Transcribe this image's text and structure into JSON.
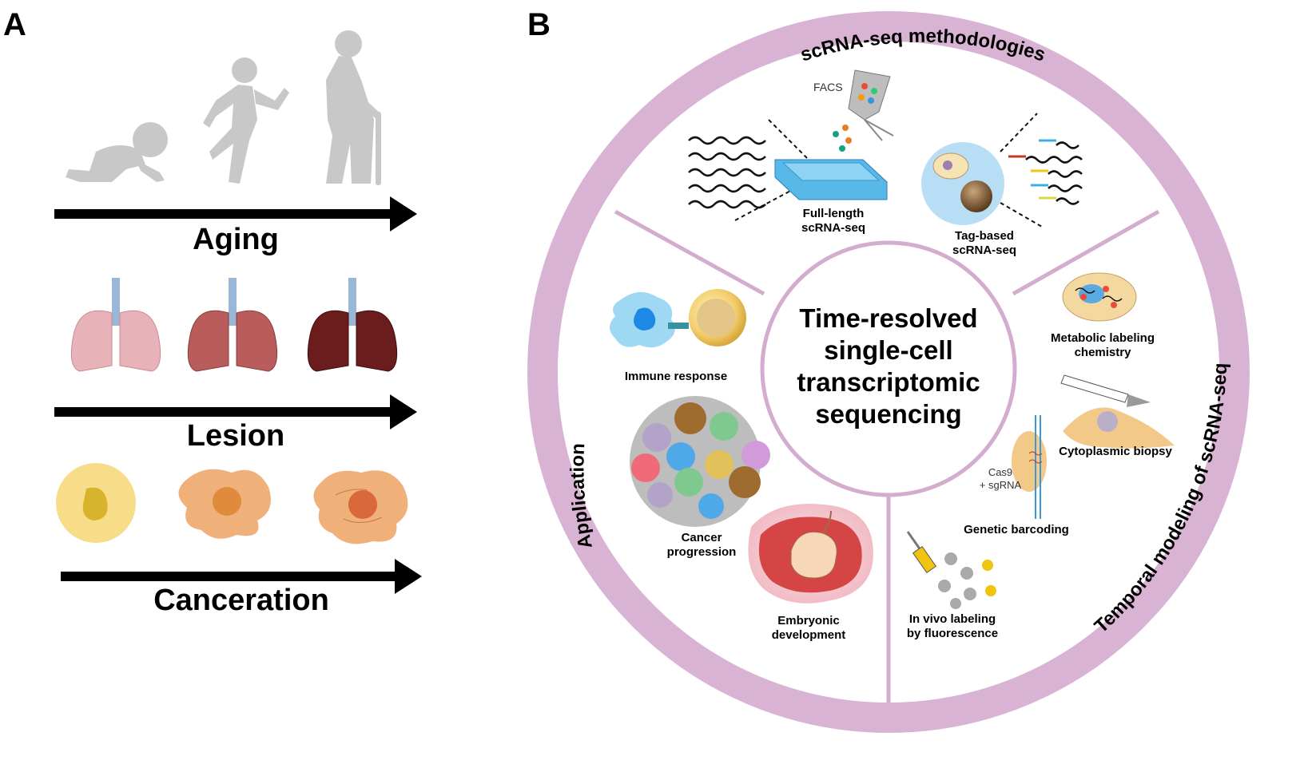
{
  "panel_a": {
    "label": "A",
    "rows": [
      {
        "title": "Aging"
      },
      {
        "title": "Lesion"
      },
      {
        "title": "Canceration"
      }
    ]
  },
  "panel_b": {
    "label": "B",
    "center_title": [
      "Time-resolved",
      "single-cell",
      "transcriptomic",
      "sequencing"
    ],
    "ring_labels": {
      "top": "scRNA-seq methodologies",
      "left": "Application",
      "right": "Temporal modeling of scRNA-seq"
    },
    "methodologies": {
      "facs": "FACS",
      "full_length": [
        "Full-length",
        "scRNA-seq"
      ],
      "tag_based": [
        "Tag-based",
        "scRNA-seq"
      ]
    },
    "applications": {
      "immune": "Immune response",
      "cancer": [
        "Cancer",
        "progression"
      ],
      "embryo": [
        "Embryonic",
        "development"
      ]
    },
    "temporal": {
      "metabolic": [
        "Metabolic labeling",
        "chemistry"
      ],
      "cytoplasmic": "Cytoplasmic biopsy",
      "cas9": [
        "Cas9",
        "+ sgRNA"
      ],
      "genetic": "Genetic barcoding",
      "invivo": [
        "In vivo labeling",
        "by fluorescence"
      ]
    },
    "colors": {
      "ring": "#d9b3d3",
      "ring_line": "#c79fc2",
      "arrow": "#000000",
      "silhouette": "#c8c8c8"
    }
  }
}
